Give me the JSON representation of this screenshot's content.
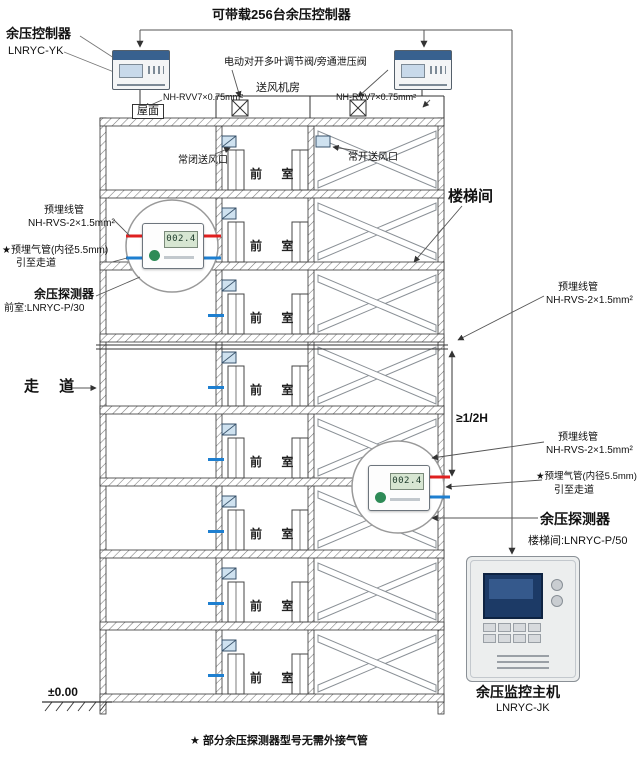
{
  "title": "可带载256台余压控制器",
  "controller": {
    "name": "余压控制器",
    "model": "LNRYC-YK"
  },
  "top": {
    "valve_label": "电动对开多叶调节阀/旁通泄压阀",
    "fan_room": "送风机房",
    "cable_left": "NH-RVV7×0.75mm²",
    "cable_right": "NH-RVV7×0.75mm²",
    "roof": "屋面",
    "vent_closed": "常闭送风口",
    "vent_open": "常开送风口"
  },
  "rooms": {
    "stairwell": "楼梯间",
    "vestibule": "前 室",
    "corridor": "走 道"
  },
  "left_notes": {
    "conduit": "预埋线管",
    "conduit_spec": "NH-RVS-2×1.5mm²",
    "air_tube": "★预埋气管(内径5.5mm)",
    "air_tube_dest": "引至走道",
    "detector": "余压探测器",
    "detector_model": "前室:LNRYC-P/30"
  },
  "right_notes": {
    "conduit_upper": "预埋线管",
    "conduit_upper_spec": "NH-RVS-2×1.5mm²",
    "half_height": "≥1/2H",
    "conduit_lower": "预埋线管",
    "conduit_lower_spec": "NH-RVS-2×1.5mm²",
    "air_tube": "★预埋气管(内径5.5mm)",
    "air_tube_dest": "引至走道",
    "detector": "余压探测器",
    "detector_model": "楼梯间:LNRYC-P/50"
  },
  "detector_display": {
    "value": "002.4"
  },
  "host": {
    "name": "余压监控主机",
    "model": "LNRYC-JK"
  },
  "ground_level": "±0.00",
  "footnote": "★ 部分余压探测器型号无需外接气管"
}
